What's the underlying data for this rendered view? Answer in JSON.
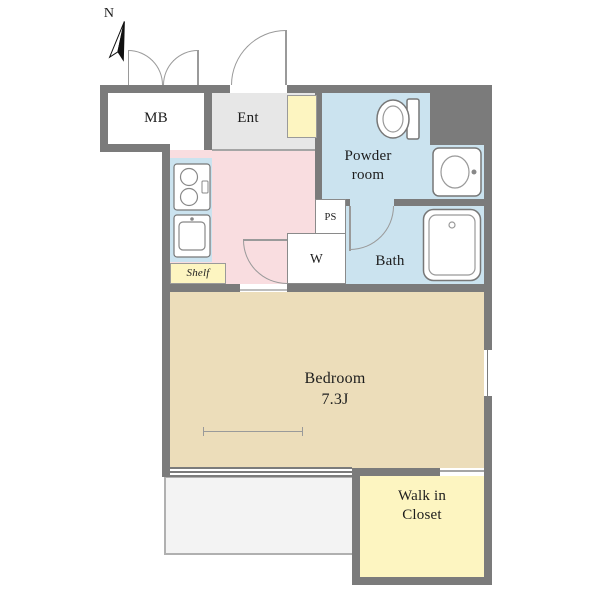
{
  "compass": {
    "label": "N"
  },
  "rooms": {
    "mb": {
      "label": "MB"
    },
    "ent": {
      "label": "Ent"
    },
    "powder_room": {
      "label": "Powder room"
    },
    "ps": {
      "label": "PS"
    },
    "w": {
      "label": "W"
    },
    "bath": {
      "label": "Bath"
    },
    "shelf": {
      "label": "Shelf"
    },
    "bedroom": {
      "label": "Bedroom",
      "size": "7.3J"
    },
    "walk_in_closet": {
      "label": "Walk in Closet"
    }
  },
  "icons": [
    "north-arrow-icon",
    "toilet-icon",
    "vanity-sink-icon",
    "bathtub-icon",
    "stove-icon",
    "kitchen-sink-icon"
  ],
  "colors": {
    "wall": "#7b7b7b",
    "wet_area": "#cbe3ef",
    "kitchen": "#f9dde0",
    "bedroom": "#ecddba",
    "closet_yellow": "#fdf5c1",
    "entrance": "#e7e7e7",
    "balcony": "#f3f3f3"
  }
}
